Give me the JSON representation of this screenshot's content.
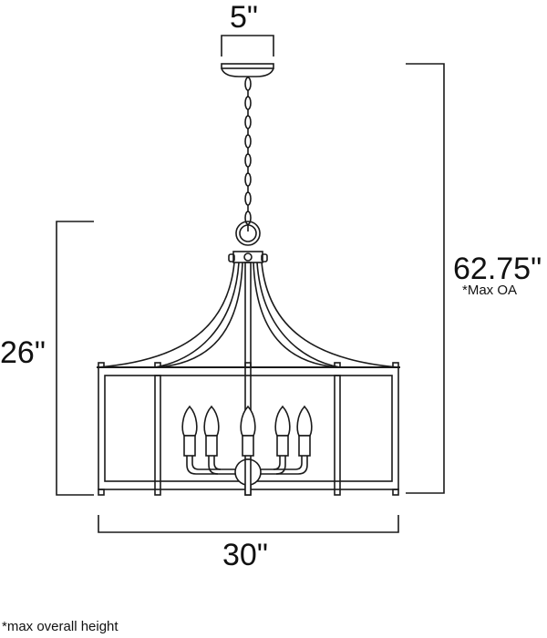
{
  "dimensions": {
    "canopy_width": "5\"",
    "overall_height": "62.75\"",
    "overall_height_note": "*Max OA",
    "body_height": "26\"",
    "body_width": "30\""
  },
  "footnote": "*max overall height",
  "colors": {
    "line": "#1a1a1a",
    "background": "#ffffff"
  }
}
